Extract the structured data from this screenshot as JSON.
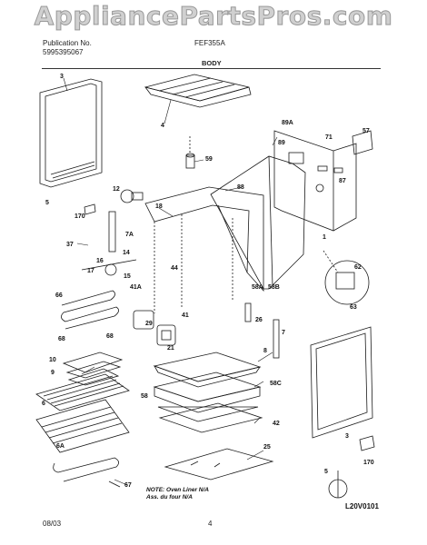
{
  "header": {
    "publication_label": "Publication No.",
    "publication_number": "5995395067",
    "model": "FEF355A",
    "section_title": "BODY"
  },
  "watermark": "AppliancePartsPros.com",
  "note": {
    "line1": "NOTE: Oven Liner N/A",
    "line2": "Ass. du four N/A"
  },
  "diagram_id": "L20V0101",
  "footer": {
    "date": "08/03",
    "page": "4"
  },
  "callouts": {
    "c3a": "3",
    "c4": "4",
    "c5a": "5",
    "c170a": "170",
    "c12": "12",
    "c18": "18",
    "c7a": "7A",
    "c37": "37",
    "c14": "14",
    "c16": "16",
    "c17": "17",
    "c15": "15",
    "c41a": "41A",
    "c44": "44",
    "c59": "59",
    "c88": "88",
    "c89a": "89A",
    "c89": "89",
    "c71": "71",
    "c57": "57",
    "c87": "87",
    "c1": "1",
    "c58a": "58A",
    "c58b": "58B",
    "c62": "62",
    "c63": "63",
    "c66": "66",
    "c68a": "68",
    "c68b": "68",
    "c29": "29",
    "c41": "41",
    "c21": "21",
    "c26": "26",
    "c7": "7",
    "c10": "10",
    "c9": "9",
    "c6": "6",
    "c8": "8",
    "c58c": "58C",
    "c58": "58",
    "c42": "42",
    "c25": "25",
    "c6a": "6A",
    "c67": "67",
    "c3b": "3",
    "c5b": "5",
    "c170b": "170"
  }
}
